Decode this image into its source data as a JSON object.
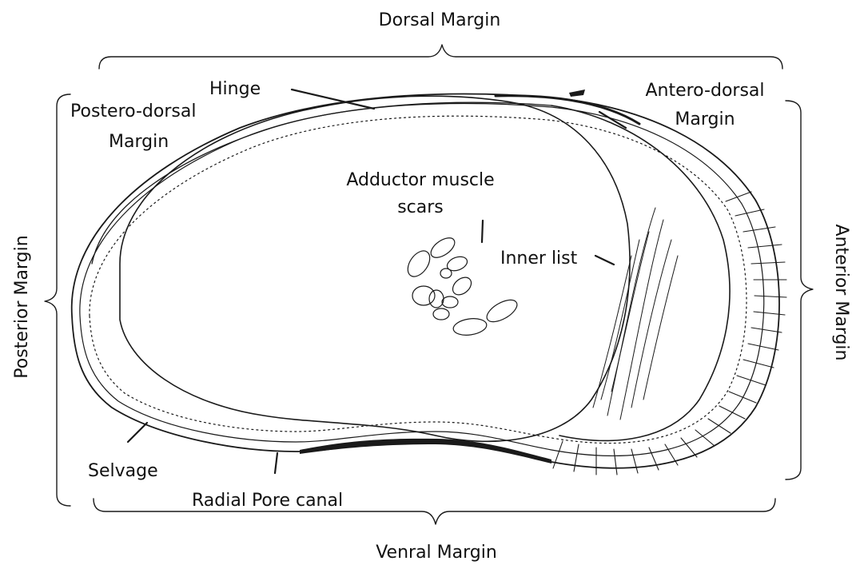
{
  "labels": {
    "dorsal_margin": "Dorsal Margin",
    "ventral_margin": "Venral Margin",
    "posterior_margin": "Posterior Margin",
    "anterior_margin": "Anterior Margin",
    "hinge": "Hinge",
    "postero_dorsal_margin_line1": "Postero-dorsal",
    "postero_dorsal_margin_line2": "Margin",
    "antero_dorsal_margin_line1": "Antero-dorsal",
    "antero_dorsal_margin_line2": "Margin",
    "adductor_muscle_scars_line1": "Adductor muscle",
    "adductor_muscle_scars_line2": "scars",
    "inner_list": "Inner list",
    "selvage": "Selvage",
    "radial_pore_canal": "Radial Pore canal"
  },
  "colors": {
    "ink": "#1a1a1a",
    "background": "#ffffff"
  }
}
